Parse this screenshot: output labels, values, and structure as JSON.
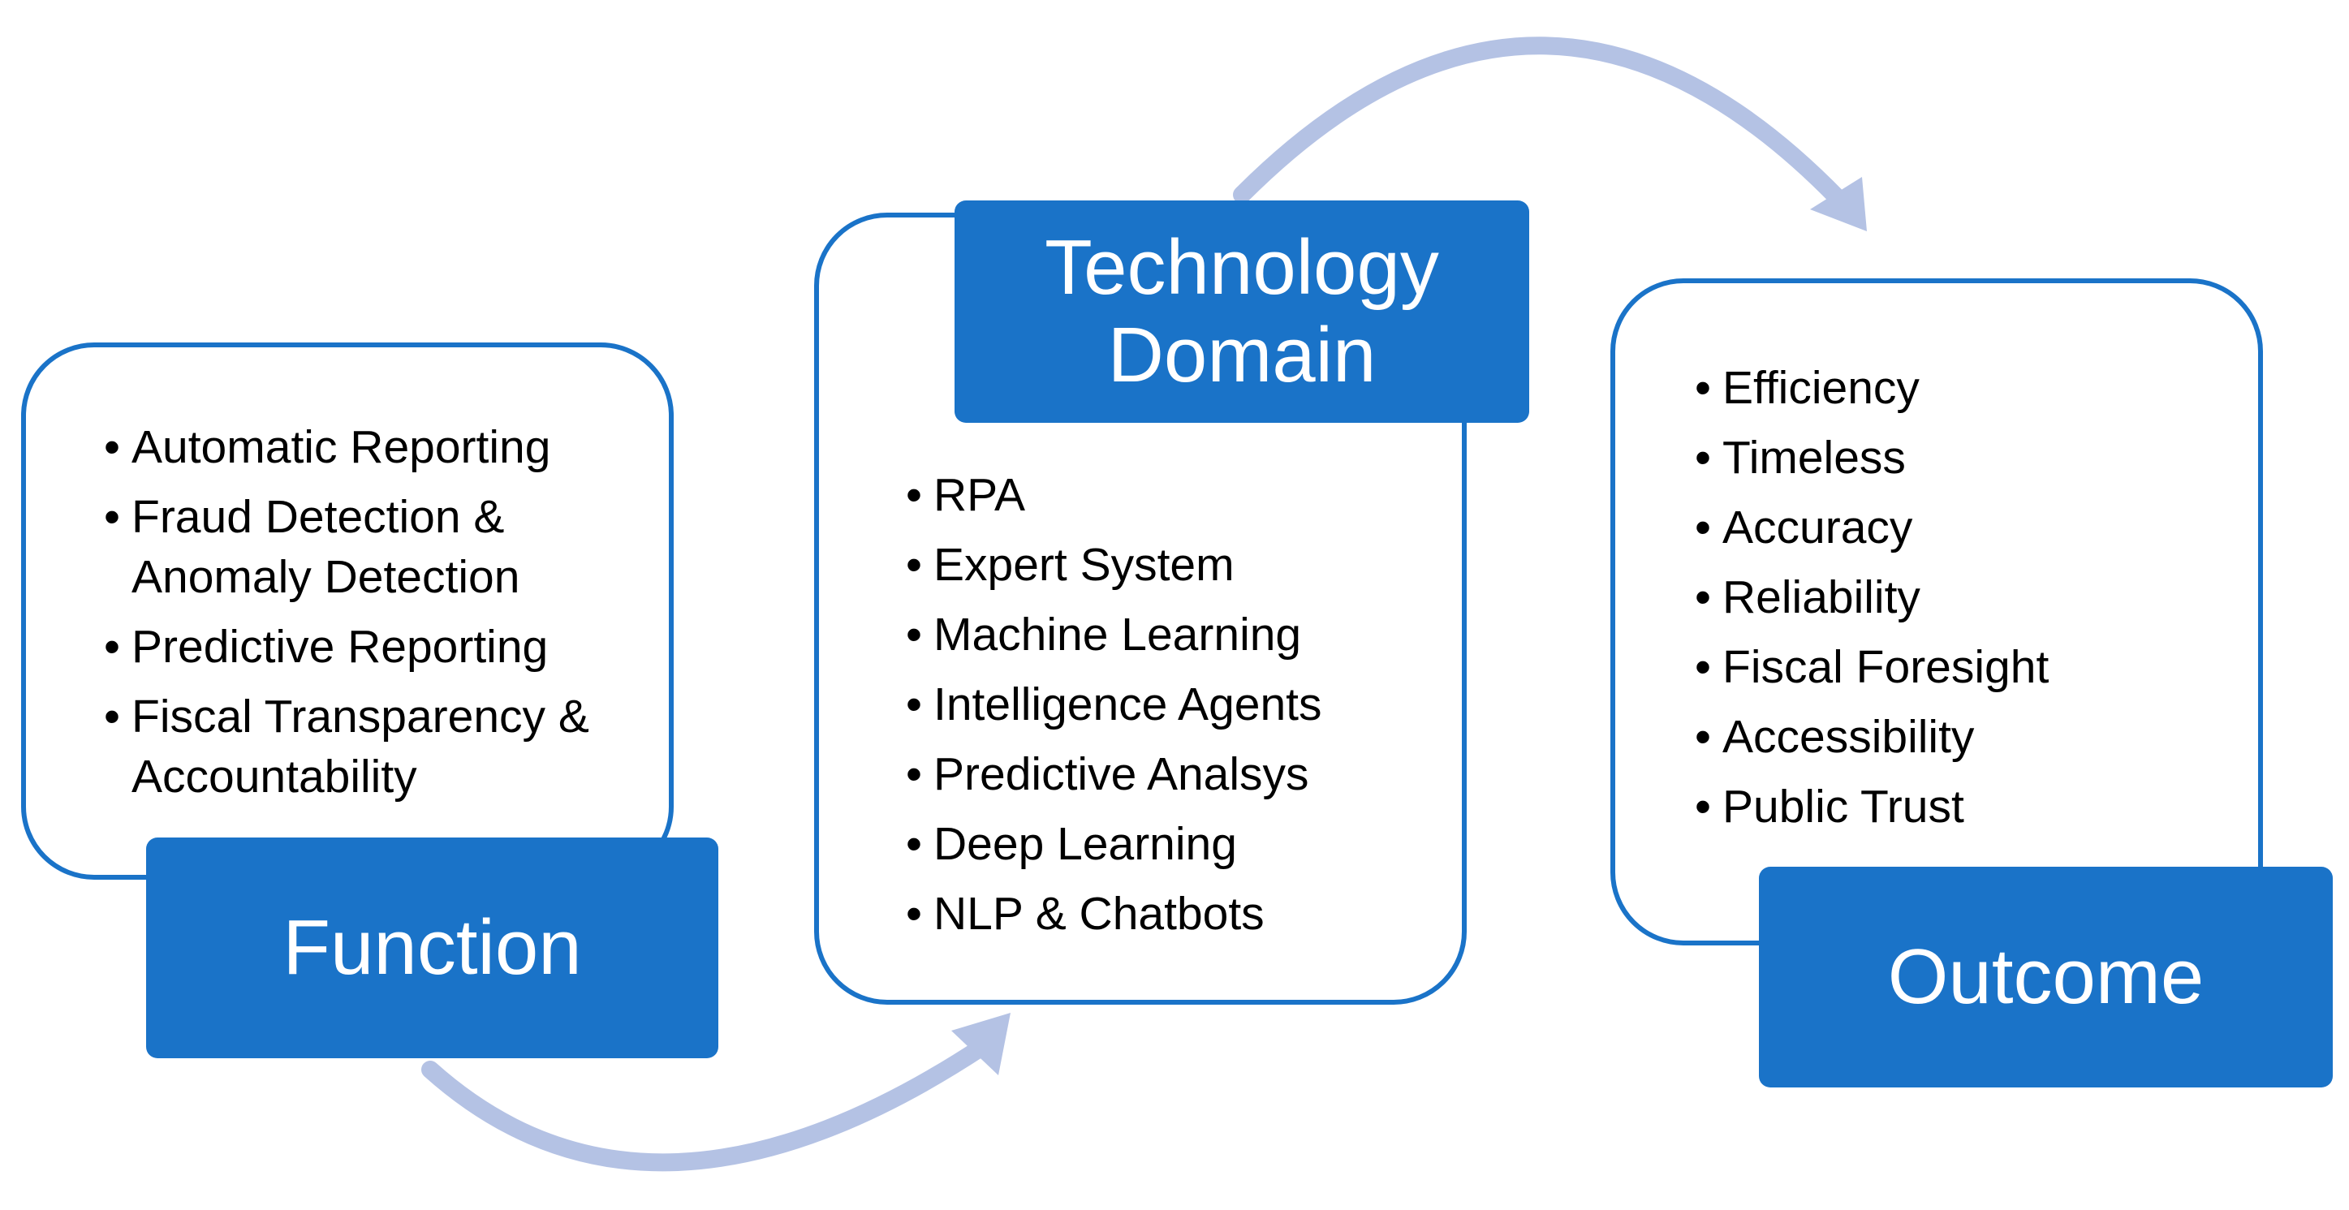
{
  "function": {
    "title": "Function",
    "items": [
      "Automatic Reporting",
      "Fraud Detection & Anomaly Detection",
      "Predictive Reporting",
      "Fiscal Transparency & Accountability"
    ]
  },
  "technology": {
    "title": "Technology Domain",
    "items": [
      "RPA",
      "Expert System",
      "Machine Learning",
      "Intelligence Agents",
      "Predictive Analsys",
      "Deep Learning",
      "NLP & Chatbots"
    ]
  },
  "outcome": {
    "title": "Outcome",
    "items": [
      "Efficiency",
      "Timeless",
      "Accuracy",
      "Reliability",
      "Fiscal Foresight",
      "Accessibility",
      "Public Trust"
    ]
  },
  "colors": {
    "box_border": "#1a73c8",
    "label_fill": "#1a73c8",
    "arrow": "#b4c2e4"
  }
}
